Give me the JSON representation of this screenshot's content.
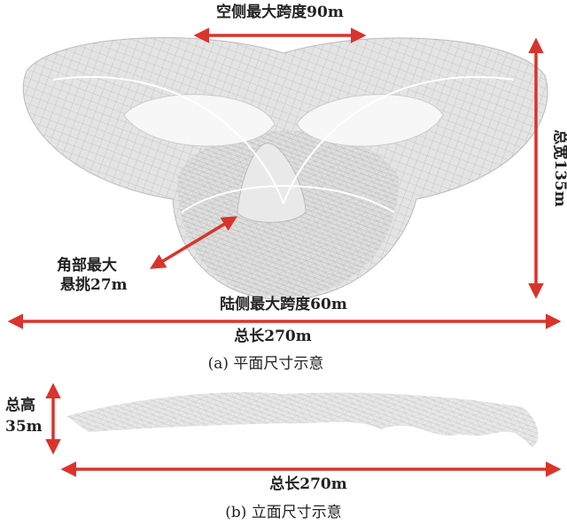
{
  "colors": {
    "arrow": "#d9342b",
    "mesh": "#c9c9c9",
    "roof": "#ececec"
  },
  "plan": {
    "airside_span": "空侧最大跨度90m",
    "total_width": "总宽135m",
    "corner_cantilever_line1": "角部最大",
    "corner_cantilever_line2": "悬挑27m",
    "landside_span": "陆侧最大跨度60m",
    "total_length": "总长270m",
    "caption": "(a) 平面尺寸示意"
  },
  "elevation": {
    "total_height_line1": "总高",
    "total_height_line2": "35m",
    "total_length": "总长270m",
    "caption": "(b) 立面尺寸示意"
  }
}
